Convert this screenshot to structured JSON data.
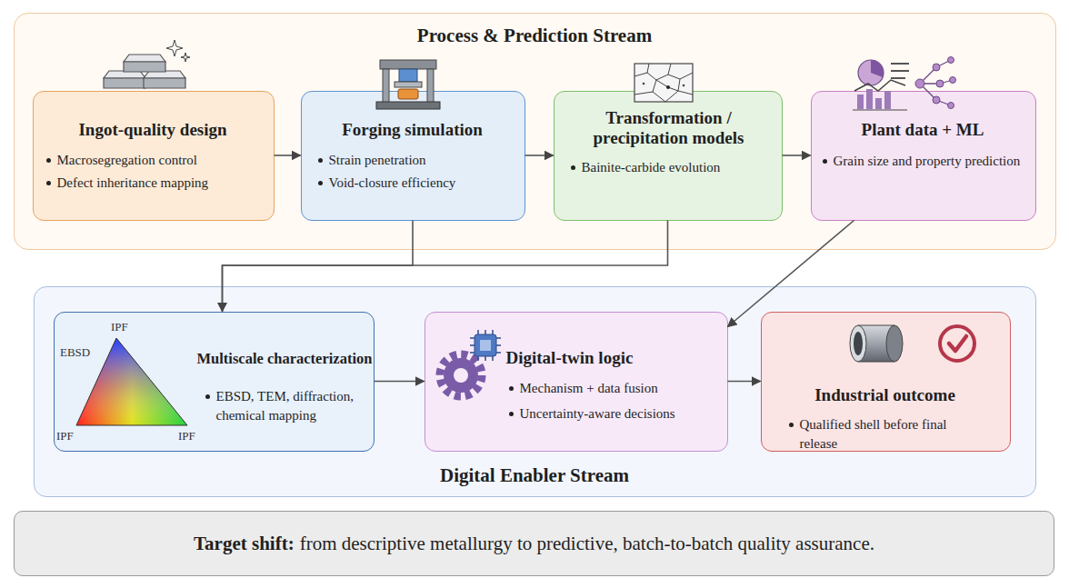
{
  "diagram": {
    "nodes": [
      {
        "text": [
          "Process & Prediction Stream"
        ]
      },
      {
        "text": [
          "Ingot-quality design",
          "Macrosegregation control",
          "Defect inheritance mapping"
        ],
        "in": 0
      },
      {
        "text": [
          "Forging simulation",
          "Strain penetration",
          "Void-closure efficiency"
        ],
        "in": 0
      },
      {
        "text": [
          "Transformation / precipitation models",
          "Bainite-carbide evolution"
        ],
        "in": 0
      },
      {
        "text": [
          "Plant data + ML",
          "Grain size and property prediction"
        ],
        "in": 0
      },
      {
        "text": [
          "Digital Enabler Stream"
        ]
      },
      {
        "text": [
          "Multiscale characterization",
          "EBSD, TEM, diffraction, chemical mapping"
        ],
        "in": 5
      },
      {
        "text": [
          "Digital-twin logic",
          "Mechanism + data fusion",
          "Uncertainty-aware decisions"
        ],
        "in": 5
      },
      {
        "text": [
          "Industrial outcome",
          "Qualified shell before final release"
        ],
        "in": 5
      },
      {
        "text": [
          "Target shift:",
          "from descriptive metallurgy to predictive, batch-to-batch quality assurance."
        ]
      }
    ],
    "edges": [
      {
        "from": 1,
        "to": 2,
        "arrow": "to"
      },
      {
        "from": 2,
        "to": 3,
        "arrow": "to"
      },
      {
        "from": 3,
        "to": 4,
        "arrow": "to"
      },
      {
        "from": 2,
        "to": 6,
        "arrow": "to"
      },
      {
        "from": 3,
        "to": 6,
        "arrow": "to"
      },
      {
        "from": 4,
        "to": 7,
        "arrow": "to"
      },
      {
        "from": 6,
        "to": 7,
        "arrow": "to"
      },
      {
        "from": 7,
        "to": 8,
        "arrow": "to"
      }
    ],
    "labels": [
      "EBSD",
      "IPF",
      "IPF",
      "IPF"
    ]
  }
}
